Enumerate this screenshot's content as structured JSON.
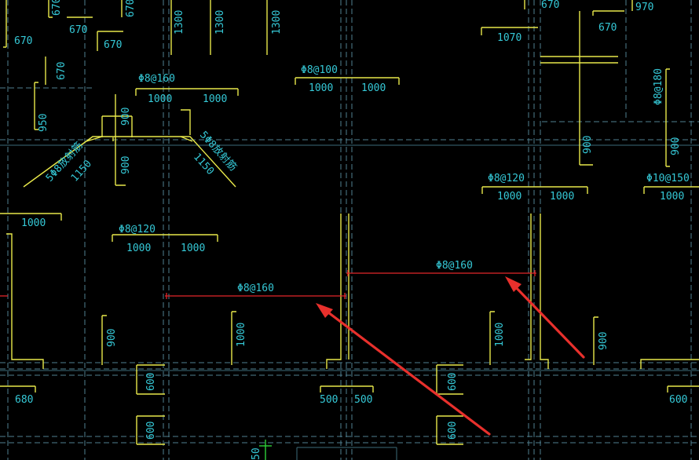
{
  "colors": {
    "background": "#000000",
    "text": "#35c8d6",
    "rebar_line": "#e8e84a",
    "axis": "#4f7f8f",
    "highlight_line": "#e3262a",
    "arrow": "#e8302c",
    "ucs_icon": "#2fd03a"
  },
  "labels": {
    "t670a": "670",
    "t670b": "670",
    "t670c": "670",
    "t670d": "670",
    "t670e": "670",
    "t670f": "670",
    "t670g": "670",
    "t670h": "670",
    "t970": "970",
    "t1300a": "1300",
    "t1300b": "1300",
    "t1300c": "1300",
    "t1070": "1070",
    "t950": "950",
    "s_phi8_160_top": "Φ8@160",
    "s_phi8_100": "Φ8@100",
    "s_phi8_180": "Φ8@180",
    "t1000_a": "1000",
    "t1000_b": "1000",
    "t1000_c": "1000",
    "t1000_d": "1000",
    "t900_a": "900",
    "t900_b": "900",
    "s_corner_left": "5Φ8放射筋",
    "s_corner_right": "5Φ8放射筋",
    "t1150_a": "1150",
    "t1150_b": "1150",
    "t900_c": "900",
    "t900_d": "900",
    "s_phi8_120_r": "Φ8@120",
    "s_phi10_150": "Φ10@150",
    "t1000_e": "1000",
    "t1000_f": "1000",
    "t1000_g": "1000",
    "t1000_h": "1000",
    "s_phi8_120_l": "Φ8@120",
    "t1000_i": "1000",
    "t1000_j": "1000",
    "s_phi8_160_red_r": "Φ8@160",
    "s_phi8_160_red_l": "Φ8@160",
    "t900_e": "900",
    "t1000_k": "1000",
    "t1000_l": "1000",
    "t900_f": "900",
    "t600_a": "600",
    "t600_b": "600",
    "t600_c": "600",
    "t600_d": "600",
    "t680": "680",
    "t500_a": "500",
    "t500_b": "500",
    "t600_e": "600",
    "t50": "50"
  }
}
